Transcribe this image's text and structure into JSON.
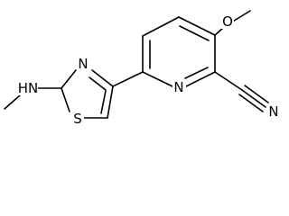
{
  "molecule": {
    "atoms": {
      "ring_n": "N",
      "nitrile_n": "N",
      "thiazole_n": "N",
      "sulfur": "S",
      "ether_o": "O",
      "amine": "HN"
    }
  },
  "colors": {
    "bond": "#000000",
    "label": "#000000",
    "background": "#ffffff"
  }
}
